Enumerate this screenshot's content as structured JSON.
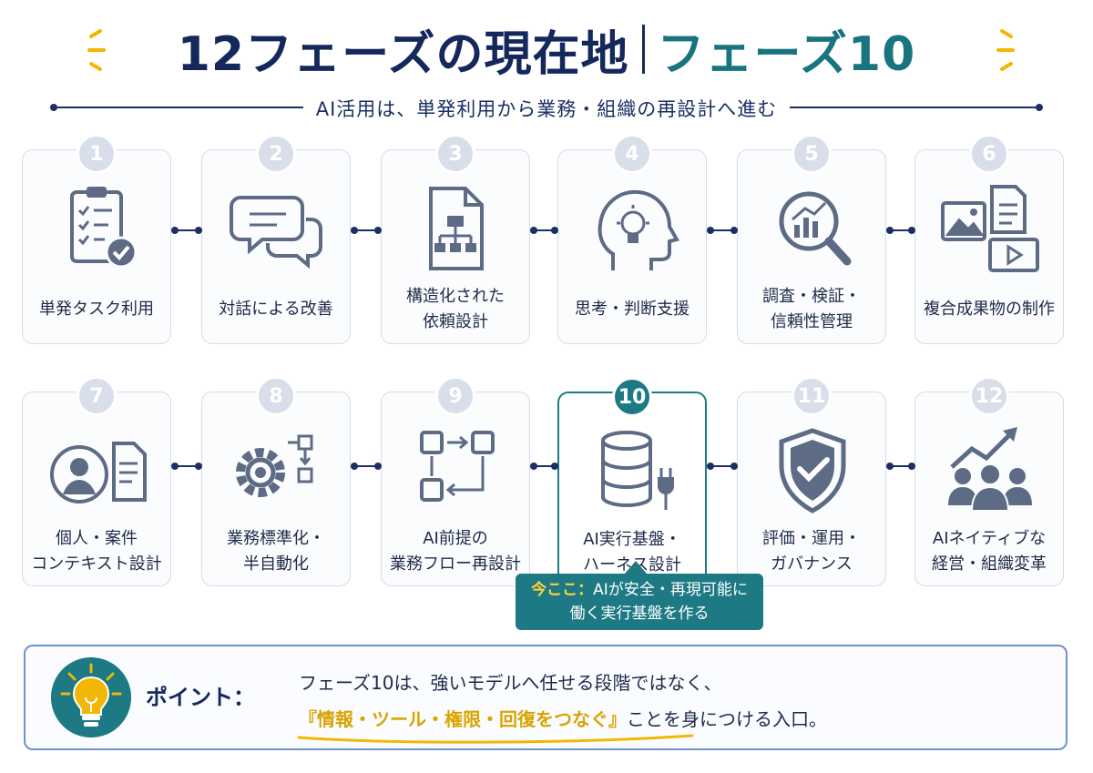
{
  "header": {
    "title_main": "12フェーズの現在地",
    "title_sub": "フェーズ10",
    "subtitle": "AI活用は、単発利用から業務・組織の再設計へ進む"
  },
  "phases": [
    {
      "num": "1",
      "label": "単発タスク利用",
      "icon": "clipboard-check-icon"
    },
    {
      "num": "2",
      "label": "対話による改善",
      "icon": "chat-bubbles-icon"
    },
    {
      "num": "3",
      "label": "構造化された\n依頼設計",
      "icon": "document-hierarchy-icon"
    },
    {
      "num": "4",
      "label": "思考・判断支援",
      "icon": "head-lightbulb-icon"
    },
    {
      "num": "5",
      "label": "調査・検証・\n信頼性管理",
      "icon": "magnifier-chart-icon"
    },
    {
      "num": "6",
      "label": "複合成果物の制作",
      "icon": "media-files-icon"
    },
    {
      "num": "7",
      "label": "個人・案件\nコンテキスト設計",
      "icon": "person-document-icon"
    },
    {
      "num": "8",
      "label": "業務標準化・\n半自動化",
      "icon": "gear-flow-icon"
    },
    {
      "num": "9",
      "label": "AI前提の\n業務フロー再設計",
      "icon": "flow-redesign-icon"
    },
    {
      "num": "10",
      "label": "AI実行基盤・\nハーネス設計",
      "icon": "database-plug-icon"
    },
    {
      "num": "11",
      "label": "評価・運用・\nガバナンス",
      "icon": "shield-check-icon"
    },
    {
      "num": "12",
      "label": "AIネイティブな\n経営・組織変革",
      "icon": "team-growth-icon"
    }
  ],
  "current_phase": "10",
  "callout": {
    "highlight": "今ここ：",
    "line1_rest": "AIが安全・再現可能に",
    "line2": "働く実行基盤を作る"
  },
  "point": {
    "label": "ポイント：",
    "line1": "フェーズ10は、強いモデルへ任せる段階ではなく、",
    "emphasis": "『情報・ツール・権限・回復をつなぐ』",
    "line2_rest": "ことを身につける入口。",
    "icon": "lightbulb-icon"
  },
  "colors": {
    "navy": "#14285c",
    "teal": "#1d7a84",
    "icon_gray": "#5d6b85",
    "accent_yellow": "#f2b705"
  }
}
